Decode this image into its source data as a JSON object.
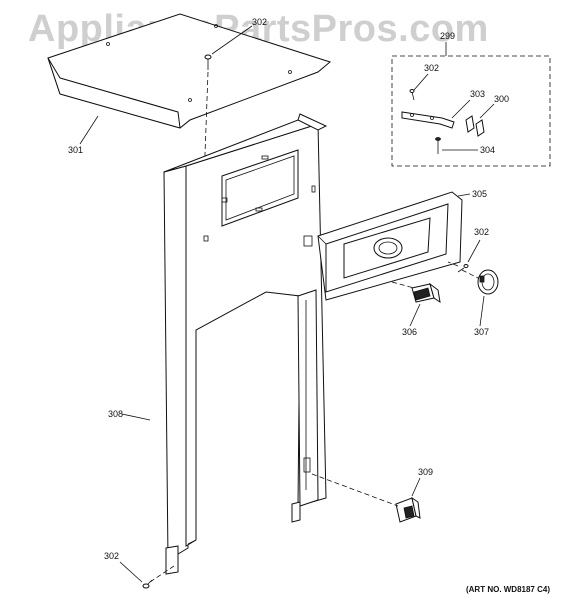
{
  "watermark": "AppliancePartsPros.com",
  "callouts": {
    "c302_top": "302",
    "c301": "301",
    "c299": "299",
    "c302_kit": "302",
    "c303": "303",
    "c300": "300",
    "c304": "304",
    "c305": "305",
    "c302_mid": "302",
    "c306": "306",
    "c307": "307",
    "c308": "308",
    "c309": "309",
    "c302_bottom": "302"
  },
  "art_number": "(ART NO. WD8187 C4)"
}
